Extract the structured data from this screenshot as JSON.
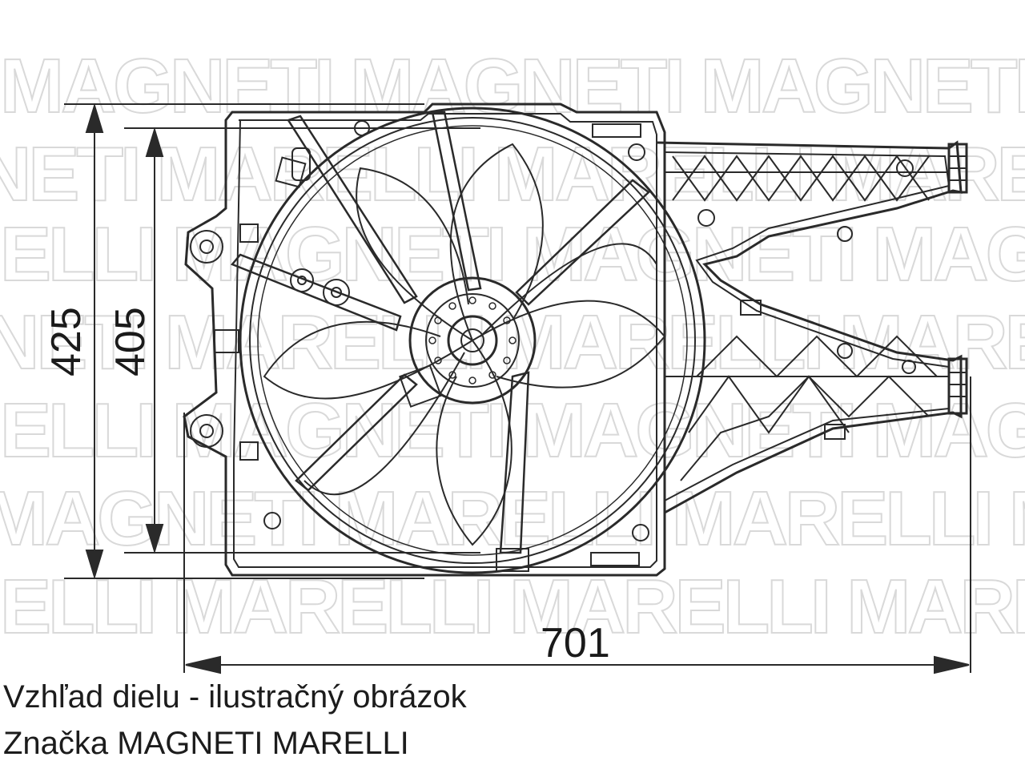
{
  "image": {
    "brand_watermark": "MAGNETI MARELLI",
    "part": "radiator-cooling-fan-assembly"
  },
  "dimensions": {
    "height_outer": "425",
    "height_inner": "405",
    "width": "701"
  },
  "caption": {
    "line1": "Vzhľad dielu - ilustračný obrázok",
    "line2": "Značka MAGNETI MARELLI"
  }
}
